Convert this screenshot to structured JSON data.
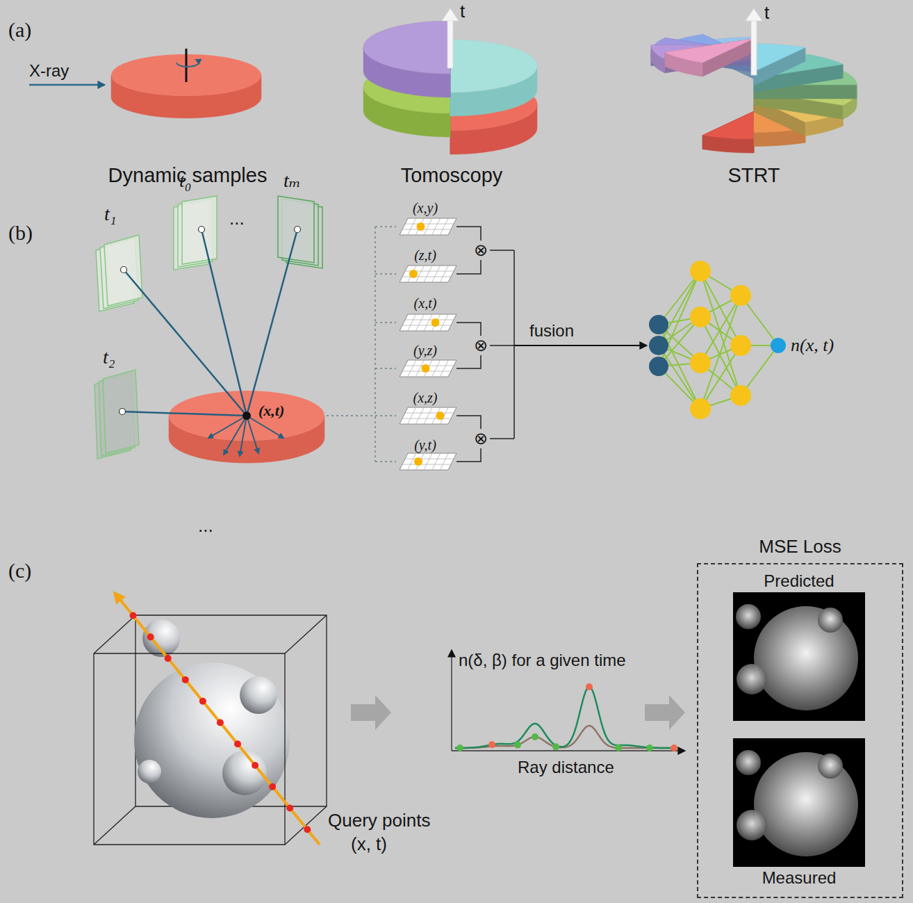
{
  "diagram": {
    "nodes": [
      {
        "text": [
          "MSE Loss"
        ]
      },
      {
        "text": [
          "Predicted"
        ],
        "in": 0
      },
      {
        "text": [
          "Measured"
        ],
        "in": 0
      }
    ],
    "labels": [
      "(a)",
      "X-ray",
      "Dynamic samples",
      "t",
      "Tomoscopy",
      "t",
      "STRT",
      "(b)",
      "t₀",
      "...",
      "tₘ",
      "t₁",
      "t₂",
      "...",
      "(x,t)",
      "(x,y)",
      "(z,t)",
      "(x,t)",
      "(y,z)",
      "(x,z)",
      "(y,t)",
      "⊗",
      "⊗",
      "⊗",
      "fusion",
      "n(x, t)",
      "(c)",
      "Query points",
      "(x, t)",
      "n(δ, β) for a given time",
      "Ray distance"
    ]
  }
}
